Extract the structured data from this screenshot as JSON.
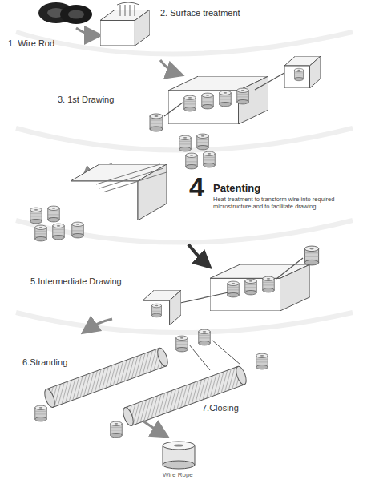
{
  "diagram": {
    "labels": [
      "1. Wire Rod",
      "2. Surface treatment",
      "3. 1st Drawing",
      "4",
      "Patenting",
      "Heat treatment to transform wire into required microstructure and to facilitate drawing.",
      "5.Intermediate Drawing",
      "6.Stranding",
      "7.Closing",
      "Wire Rope"
    ]
  }
}
